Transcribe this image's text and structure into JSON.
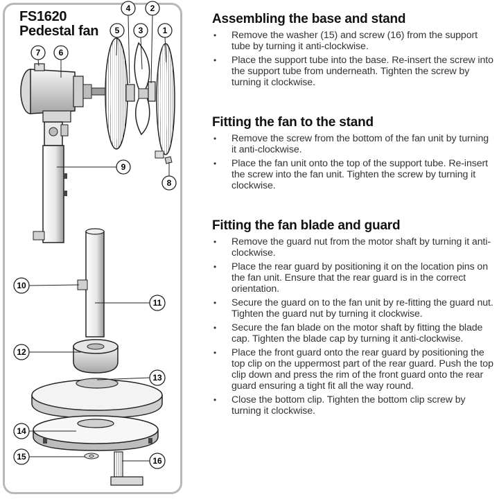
{
  "title": {
    "model": "FS1620",
    "product": "Pedestal fan"
  },
  "callouts": [
    "1",
    "2",
    "3",
    "4",
    "5",
    "6",
    "7",
    "8",
    "9",
    "10",
    "11",
    "12",
    "13",
    "14",
    "15",
    "16"
  ],
  "sections": [
    {
      "heading": "Assembling the base and stand",
      "items": [
        "Remove the washer (15) and screw (16) from the support tube by turning it anti-clockwise.",
        "Place the support tube into the base. Re-insert the screw into the support tube from underneath. Tighten the screw by turning it clockwise."
      ]
    },
    {
      "heading": "Fitting the fan to the stand",
      "items": [
        "Remove the screw from the bottom of the fan unit by turning it anti-clockwise.",
        "Place the fan unit onto the top of the support tube. Re-insert the screw into the fan unit. Tighten the screw by turning it clockwise."
      ]
    },
    {
      "heading": "Fitting the fan blade and guard",
      "items": [
        "Remove the guard nut from the motor shaft by turning it anti-clockwise.",
        "Place the rear guard by positioning it on the location pins on the fan unit. Ensure that the rear guard is in the correct orientation.",
        "Secure the guard on to the fan unit by re-fitting the guard nut. Tighten the guard nut by turning it clockwise.",
        "Secure the fan blade on the motor shaft by fitting the blade cap. Tighten the blade cap by turning it anti-clockwise.",
        "Place the front guard onto the rear guard by positioning the top clip on the uppermost part of the rear guard. Push the top clip down and press the rim of the front guard onto the rear guard ensuring a tight fit all the way round.",
        "Close the bottom clip. Tighten the bottom clip screw by turning it clockwise."
      ]
    }
  ]
}
